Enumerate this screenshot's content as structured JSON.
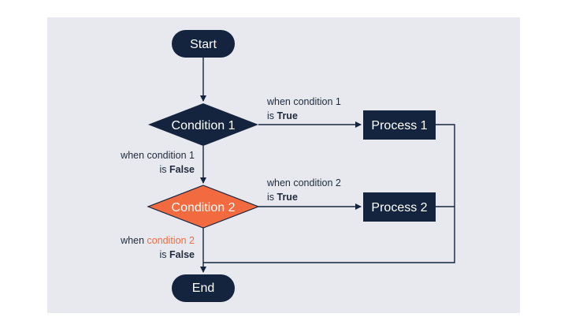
{
  "colors": {
    "node_fill": "#14243e",
    "highlight_fill": "#f26a3f",
    "line": "#14243e",
    "node_text": "#ffffff",
    "label_text": "#1f2a3c",
    "panel_bg": "#e8e9ee"
  },
  "nodes": {
    "start": "Start",
    "condition1": "Condition 1",
    "condition2": "Condition 2",
    "process1": "Process 1",
    "process2": "Process 2",
    "end": "End"
  },
  "edges": {
    "c1_true": {
      "line1": "when condition 1",
      "line2_prefix": "is ",
      "line2_bold": "True"
    },
    "c1_false": {
      "line1": "when condition 1",
      "line2_prefix": "is ",
      "line2_bold": "False"
    },
    "c2_true": {
      "line1": "when condition 2",
      "line2_prefix": "is ",
      "line2_bold": "True"
    },
    "c2_false": {
      "line1_prefix": "when ",
      "line1_highlight": "condition 2",
      "line2_prefix": "is ",
      "line2_bold": "False"
    }
  }
}
